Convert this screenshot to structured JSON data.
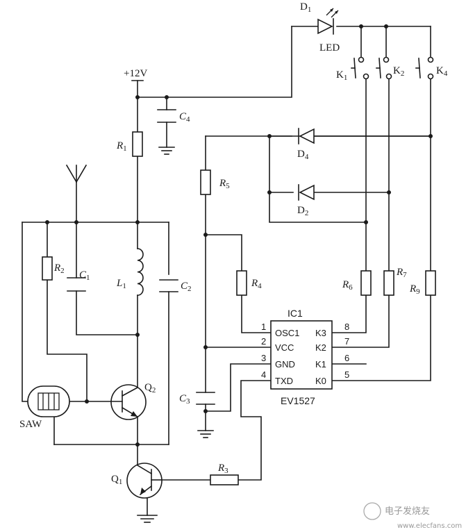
{
  "supply": {
    "label": "+12V"
  },
  "ic": {
    "ref": "IC1",
    "part": "EV1527",
    "pins_left": [
      {
        "num": "1",
        "name": "OSC1"
      },
      {
        "num": "2",
        "name": "VCC"
      },
      {
        "num": "3",
        "name": "GND"
      },
      {
        "num": "4",
        "name": "TXD"
      }
    ],
    "pins_right": [
      {
        "num": "8",
        "name": "K3"
      },
      {
        "num": "7",
        "name": "K2"
      },
      {
        "num": "6",
        "name": "K1"
      },
      {
        "num": "5",
        "name": "K0"
      }
    ]
  },
  "components": {
    "R1": {
      "base": "R",
      "sub": "1"
    },
    "R2": {
      "base": "R",
      "sub": "2"
    },
    "R3": {
      "base": "R",
      "sub": "3"
    },
    "R4": {
      "base": "R",
      "sub": "4"
    },
    "R5": {
      "base": "R",
      "sub": "5"
    },
    "R6": {
      "base": "R",
      "sub": "6"
    },
    "R7": {
      "base": "R",
      "sub": "7"
    },
    "R9": {
      "base": "R",
      "sub": "9"
    },
    "C1": {
      "base": "C",
      "sub": "1"
    },
    "C2": {
      "base": "C",
      "sub": "2"
    },
    "C3": {
      "base": "C",
      "sub": "3"
    },
    "C4": {
      "base": "C",
      "sub": "4"
    },
    "L1": {
      "base": "L",
      "sub": "1"
    },
    "D1": {
      "base": "D",
      "sub": "1"
    },
    "D2": {
      "base": "D",
      "sub": "2"
    },
    "D4": {
      "base": "D",
      "sub": "4"
    },
    "K1": {
      "base": "K",
      "sub": "1"
    },
    "K2": {
      "base": "K",
      "sub": "2"
    },
    "K4": {
      "base": "K",
      "sub": "4"
    },
    "Q1": {
      "base": "Q",
      "sub": "1"
    },
    "Q2": {
      "base": "Q",
      "sub": "2"
    }
  },
  "labels": {
    "led": "LED",
    "saw": "SAW"
  },
  "watermark": "电子发烧友",
  "watermark_url": "www.elecfans.com"
}
